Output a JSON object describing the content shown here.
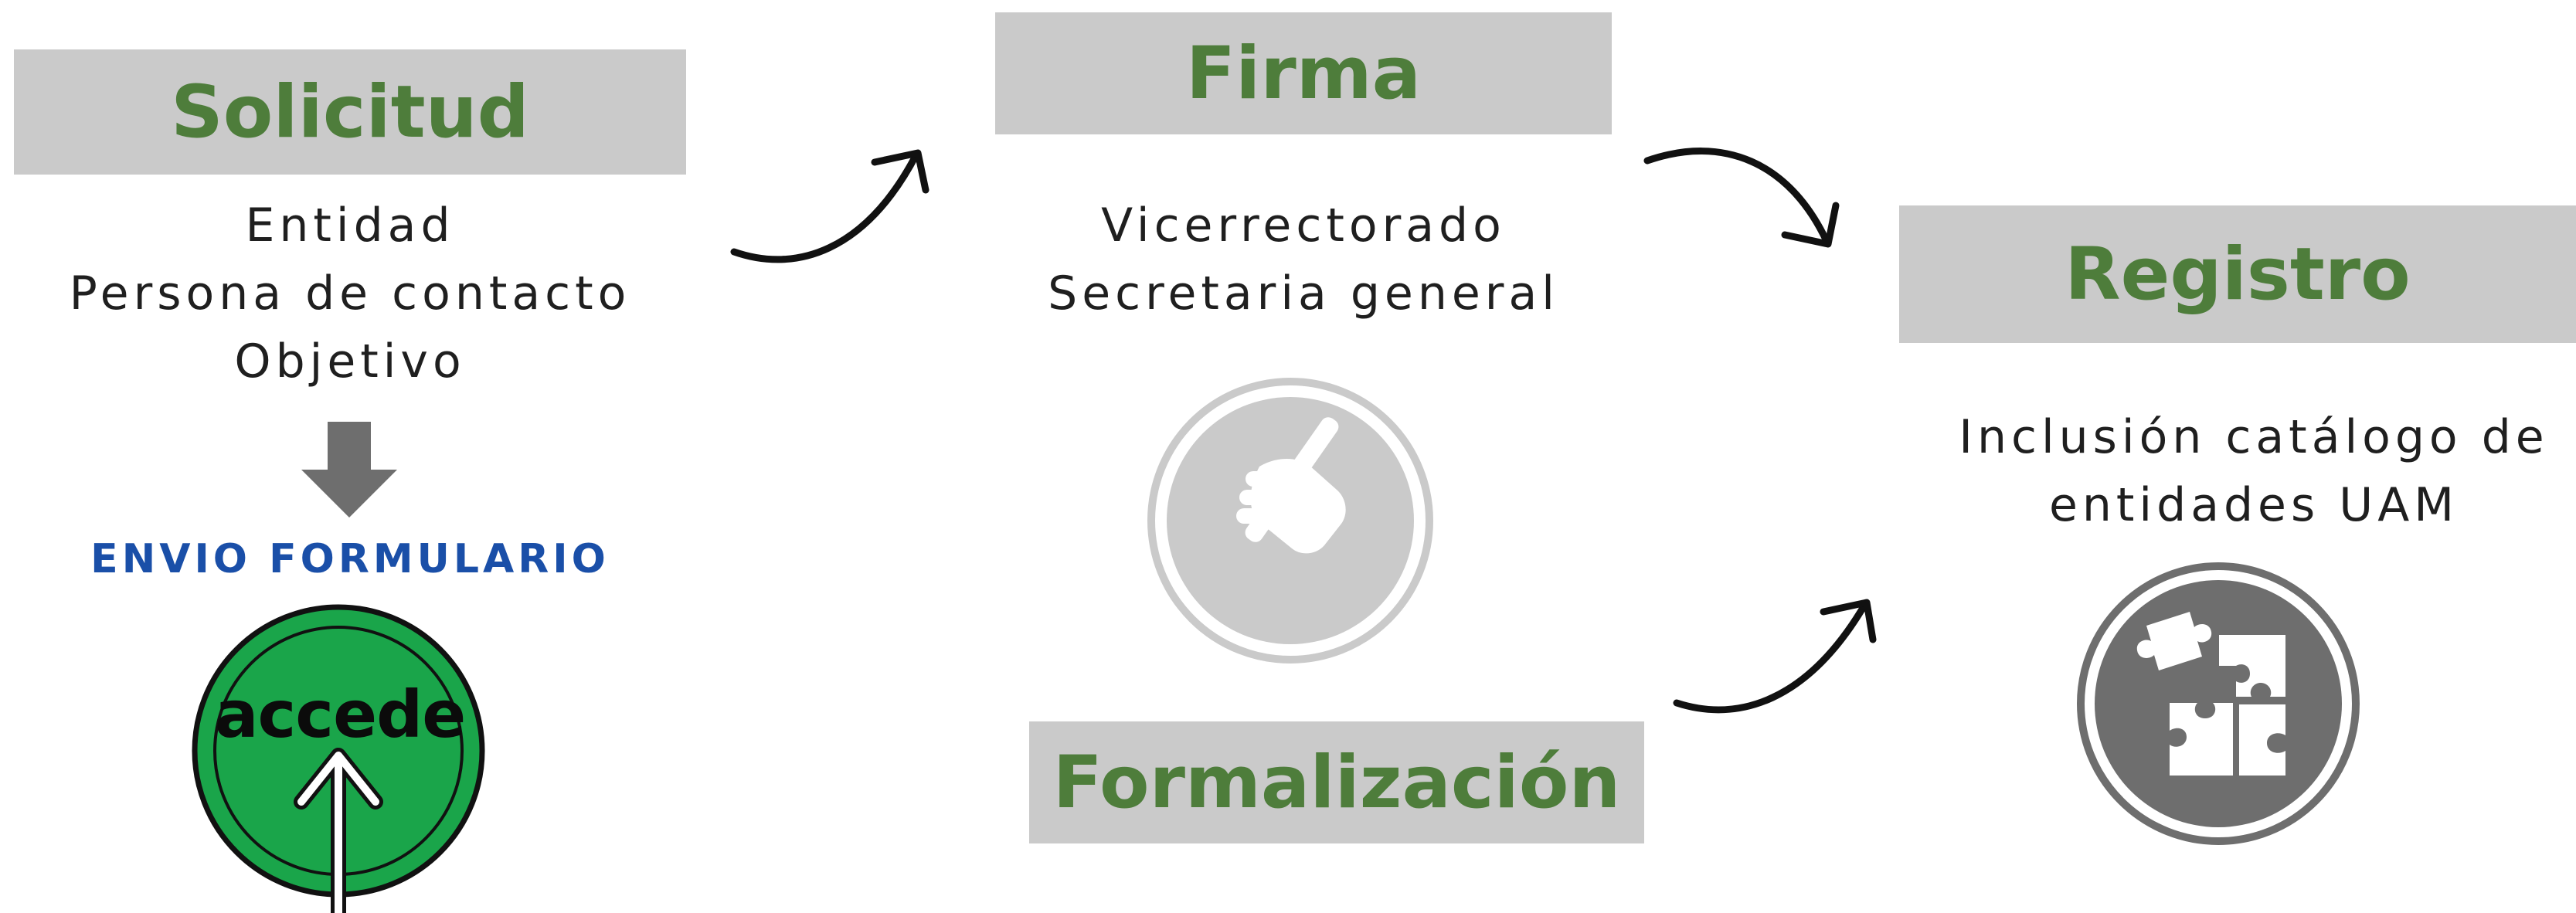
{
  "solicitud": {
    "title": "Solicitud",
    "items": [
      "Entidad",
      "Persona de contacto",
      "Objetivo"
    ],
    "action_label": "ENVIO FORMULARIO",
    "button_label": "accede"
  },
  "firma": {
    "title": "Firma",
    "items": [
      "Vicerrectorado",
      "Secretaria general"
    ]
  },
  "formalizacion": {
    "title": "Formalización"
  },
  "registro": {
    "title": "Registro",
    "items": [
      "Inclusión catálogo de",
      "entidades UAM"
    ]
  },
  "colors": {
    "title_green": "#4e7d3b",
    "box_gray": "#cacaca",
    "action_blue": "#1a4fa8",
    "button_green": "#1aa54a",
    "icon_dark_gray": "#6e6e6e",
    "icon_light_gray": "#cacaca"
  }
}
